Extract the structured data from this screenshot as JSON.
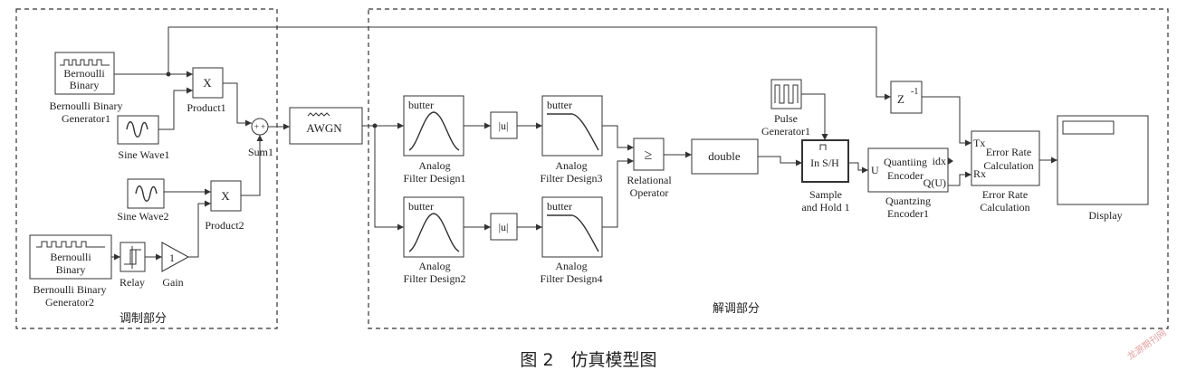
{
  "regions": {
    "modulation": "调制部分",
    "demodulation": "解调部分"
  },
  "caption": "图 2　仿真模型图",
  "watermark": "龙源期刊网",
  "blocks": {
    "bernoulli1": {
      "inner": [
        "Bernoulli",
        "Binary"
      ],
      "label": [
        "Bernoulli Binary",
        "Generator1"
      ]
    },
    "bernoulli2": {
      "inner": [
        "Bernoulli",
        "Binary"
      ],
      "label": [
        "Bernoulli Binary",
        "Generator2"
      ]
    },
    "sine1": {
      "label": "Sine Wave1"
    },
    "sine2": {
      "label": "Sine Wave2"
    },
    "product1": {
      "symbol": "X",
      "label": "Product1"
    },
    "product2": {
      "symbol": "X",
      "label": "Product2"
    },
    "relay": {
      "label": "Relay"
    },
    "gain": {
      "value": "1",
      "label": "Gain"
    },
    "sum1": {
      "signs": "+ +",
      "label": "Sum1"
    },
    "awgn": {
      "inner": "AWGN"
    },
    "filter1": {
      "inner": "butter",
      "label": [
        "Analog",
        "Filter Design1"
      ]
    },
    "filter2": {
      "inner": "butter",
      "label": [
        "Analog",
        "Filter Design2"
      ]
    },
    "filter3": {
      "inner": "butter",
      "label": [
        "Analog",
        "Filter Design3"
      ]
    },
    "filter4": {
      "inner": "butter",
      "label": [
        "Analog",
        "Filter Design4"
      ]
    },
    "abs1": {
      "inner": "|u|"
    },
    "abs2": {
      "inner": "|u|"
    },
    "relational": {
      "inner": "≥",
      "label": [
        "Relational",
        "Operator"
      ]
    },
    "double": {
      "inner": "double"
    },
    "pulse": {
      "label": [
        "Pulse",
        "Generator1"
      ]
    },
    "samplehold": {
      "inner": "In S/H",
      "label": [
        "Sample",
        "and Hold 1"
      ]
    },
    "quantizer": {
      "inner": [
        "Quantiing",
        "Encoder"
      ],
      "port_in": "U",
      "port_idx": "idx",
      "port_q": "Q(U)",
      "label": [
        "Quantzing",
        "Encoder1"
      ]
    },
    "delay": {
      "inner": "Z",
      "exp": "-1"
    },
    "errorrate": {
      "inner": [
        "Error Rate",
        "Calculation"
      ],
      "port_tx": "Tx",
      "port_rx": "Rx",
      "label": [
        "Error Rate",
        "Calculation"
      ]
    },
    "display": {
      "label": "Display"
    }
  }
}
